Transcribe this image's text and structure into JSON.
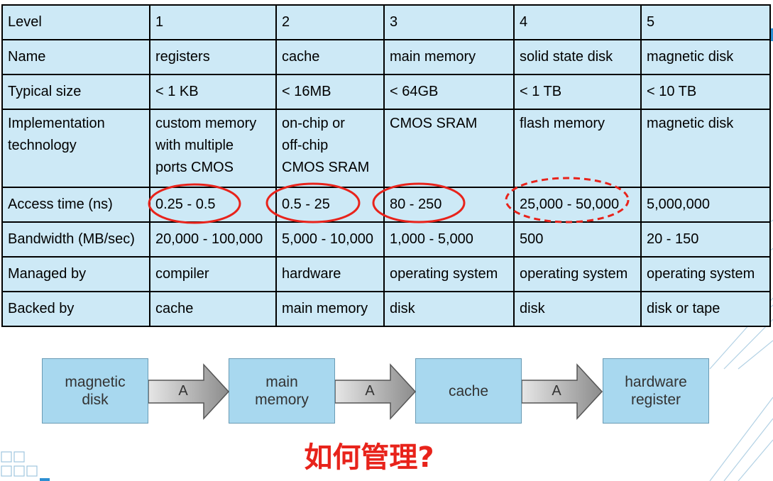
{
  "table": {
    "rows": [
      {
        "label": "Level",
        "cells": [
          "1",
          "2",
          "3",
          "4",
          "5"
        ]
      },
      {
        "label": "Name",
        "cells": [
          "registers",
          "cache",
          "main memory",
          "solid state disk",
          "magnetic disk"
        ]
      },
      {
        "label": "Typical size",
        "cells": [
          "< 1 KB",
          "< 16MB",
          "< 64GB",
          "< 1 TB",
          "< 10 TB"
        ]
      },
      {
        "label": "Implementation\ntechnology",
        "cells": [
          "custom memory\nwith multiple\nports CMOS",
          "on-chip or\noff-chip\nCMOS SRAM",
          "CMOS SRAM",
          "flash memory",
          "magnetic disk"
        ]
      },
      {
        "label": "Access time (ns)",
        "cells": [
          "0.25 - 0.5",
          "0.5 - 25",
          "80 - 250",
          "25,000 - 50,000",
          "5,000,000"
        ]
      },
      {
        "label": "Bandwidth (MB/sec)",
        "cells": [
          "20,000 - 100,000",
          "5,000 - 10,000",
          "1,000 - 5,000",
          "500",
          "20 - 150"
        ]
      },
      {
        "label": "Managed by",
        "cells": [
          "compiler",
          "hardware",
          "operating system",
          "operating system",
          "operating system"
        ]
      },
      {
        "label": "Backed by",
        "cells": [
          "cache",
          "main memory",
          "disk",
          "disk",
          "disk or tape"
        ]
      }
    ]
  },
  "flow": {
    "boxes": [
      "magnetic\ndisk",
      "main\nmemory",
      "cache",
      "hardware\nregister"
    ],
    "arrow_label": "A"
  },
  "question": "如何管理?",
  "colors": {
    "table_bg": "#cde9f6",
    "box_bg": "#a8d8ef",
    "highlight": "#e8231b",
    "accent": "#2c8fd2"
  }
}
